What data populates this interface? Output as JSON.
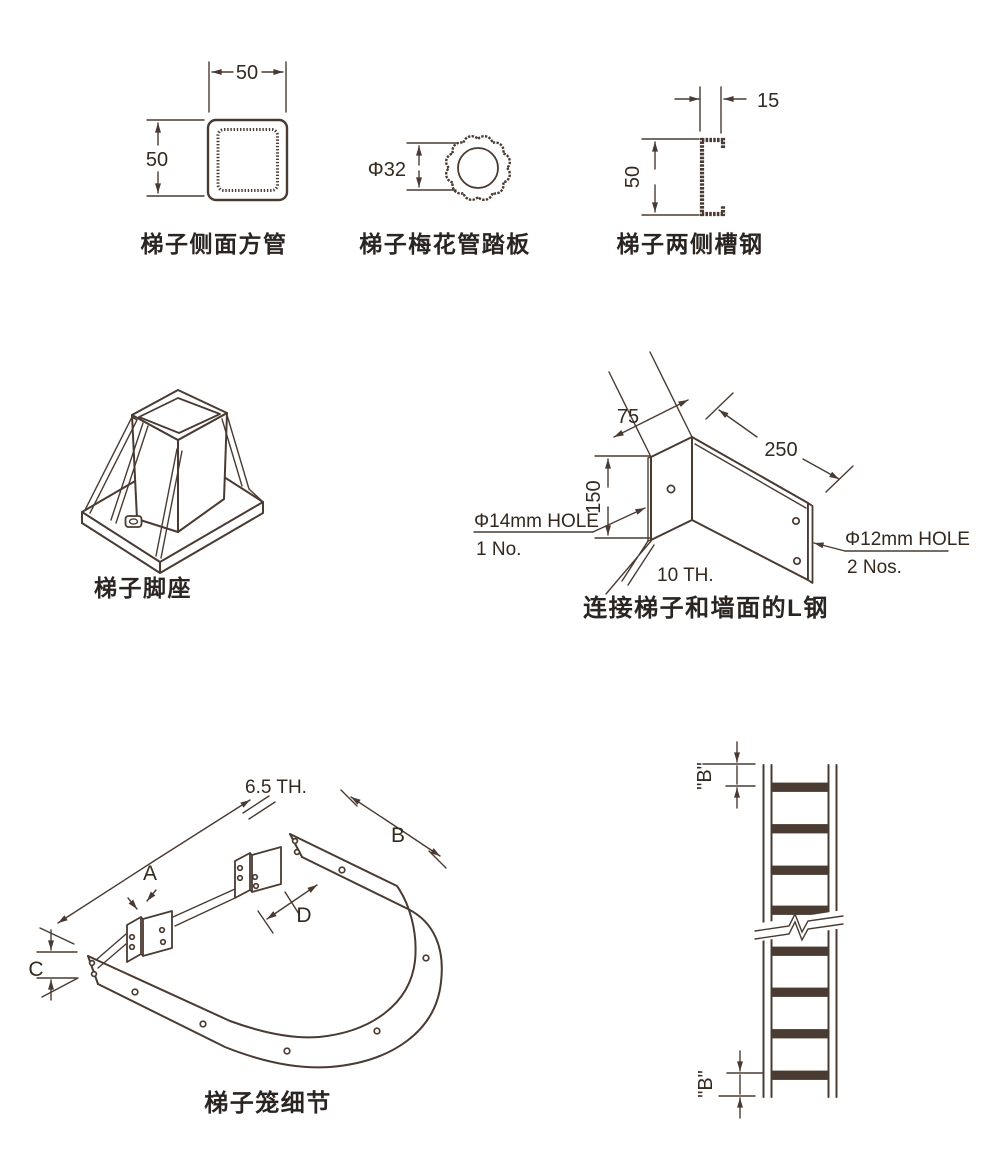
{
  "colors": {
    "line": "#4a3b32",
    "caption_text": "#2b2522",
    "dim_text": "#33291f",
    "background": "#ffffff"
  },
  "figures": {
    "square_tube": {
      "caption": "梯子侧面方管",
      "width_dim": "50",
      "height_dim": "50"
    },
    "plum_tube": {
      "caption": "梯子梅花管踏板",
      "diameter_dim": "Φ32"
    },
    "channel": {
      "caption": "梯子两侧槽钢",
      "width_dim": "15",
      "height_dim": "50"
    },
    "foot_base": {
      "caption": "梯子脚座"
    },
    "wall_bracket": {
      "caption": "连接梯子和墙面的L钢",
      "flange_dim": "75",
      "length_dim": "250",
      "height_dim": "150",
      "hole_large_label": "Φ14mm HOLE",
      "hole_large_qty": "1 No.",
      "hole_small_label": "Φ12mm HOLE",
      "hole_small_qty": "2 Nos.",
      "thickness_label": "10 TH."
    },
    "cage": {
      "caption": "梯子笼细节",
      "thickness_label": "6.5 TH.",
      "dim_a": "A",
      "dim_b": "B",
      "dim_c": "C",
      "dim_d": "D"
    },
    "ladder_elevation": {
      "top_spacing_dim": "\"B\"",
      "bottom_spacing_dim": "\"B\""
    }
  }
}
